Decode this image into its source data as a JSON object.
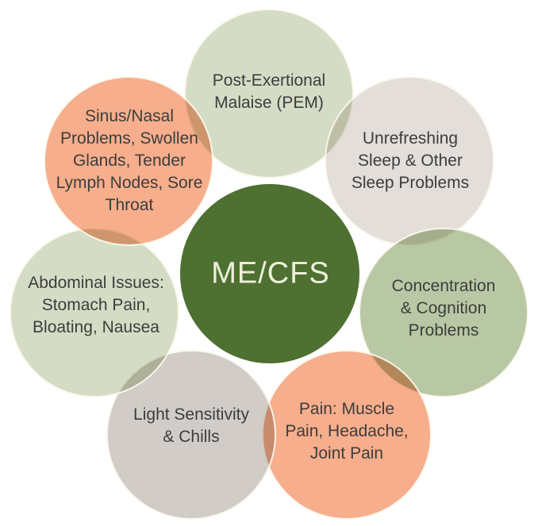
{
  "diagram": {
    "title_semantic": "ME/CFS symptom circle diagram",
    "center": {
      "label": "ME/CFS",
      "color": "#4e7031",
      "text_color": "#eef0da"
    },
    "petals": [
      {
        "id": "post-exertional-malaise",
        "color": "#d5dcc5",
        "label": "Post-Exertional Malaise (PEM)",
        "lines": [
          "Post-Exertional",
          "Malaise (PEM)"
        ]
      },
      {
        "id": "unrefreshing-sleep",
        "color": "#e3ded9",
        "label": "Unrefreshing Sleep & Other Sleep Problems",
        "lines": [
          "Unrefreshing",
          "Sleep & Other",
          "Sleep Problems"
        ]
      },
      {
        "id": "concentration-cognition",
        "color": "#b9c8a4",
        "label": "Concentration & Cognition Problems",
        "lines": [
          "Concentration",
          "& Cognition",
          "Problems"
        ]
      },
      {
        "id": "pain",
        "color": "#f6ae8c",
        "label": "Pain: Muscle Pain, Headache, Joint Pain",
        "lines": [
          "Pain: Muscle",
          "Pain, Headache,",
          "Joint Pain"
        ]
      },
      {
        "id": "light-sensitivity-chills",
        "color": "#d1ccc7",
        "label": "Light Sensitivity & Chills",
        "lines": [
          "Light Sensitivity",
          "& Chills"
        ]
      },
      {
        "id": "abdominal-issues",
        "color": "#d5dcc5",
        "label": "Abdominal Issues: Stomach Pain, Bloating, Nausea",
        "lines": [
          "Abdominal Issues:",
          "Stomach Pain,",
          "Bloating, Nausea"
        ]
      },
      {
        "id": "sinus-nasal",
        "color": "#f6ae8c",
        "label": "Sinus/Nasal Problems, Swollen Glands, Tender Lymph Nodes, Sore Throat",
        "lines": [
          "Sinus/Nasal",
          "Problems, Swollen",
          "Glands, Tender",
          "Lymph Nodes, Sore",
          "Throat"
        ]
      }
    ]
  }
}
